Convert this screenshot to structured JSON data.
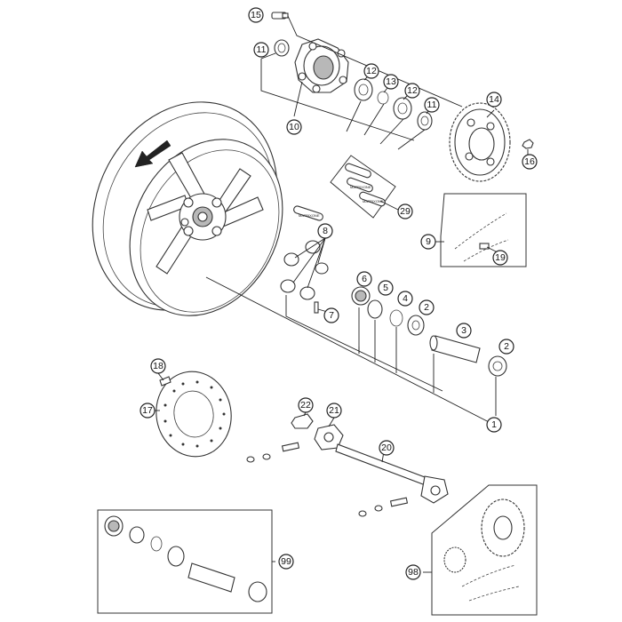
{
  "callouts": [
    {
      "id": "1"
    },
    {
      "id": "2"
    },
    {
      "id": "3"
    },
    {
      "id": "4"
    },
    {
      "id": "5"
    },
    {
      "id": "6"
    },
    {
      "id": "7"
    },
    {
      "id": "8"
    },
    {
      "id": "9"
    },
    {
      "id": "10"
    },
    {
      "id": "11"
    },
    {
      "id": "12"
    },
    {
      "id": "13"
    },
    {
      "id": "14"
    },
    {
      "id": "15"
    },
    {
      "id": "16"
    },
    {
      "id": "17"
    },
    {
      "id": "18"
    },
    {
      "id": "19"
    },
    {
      "id": "20"
    },
    {
      "id": "21"
    },
    {
      "id": "22"
    },
    {
      "id": "29"
    },
    {
      "id": "98"
    },
    {
      "id": "99"
    }
  ],
  "brand_marks": {
    "pad_label": "MATRIXONE"
  },
  "colors": {
    "line": "#333333",
    "background": "#ffffff",
    "shade": "#b8b8b8"
  }
}
